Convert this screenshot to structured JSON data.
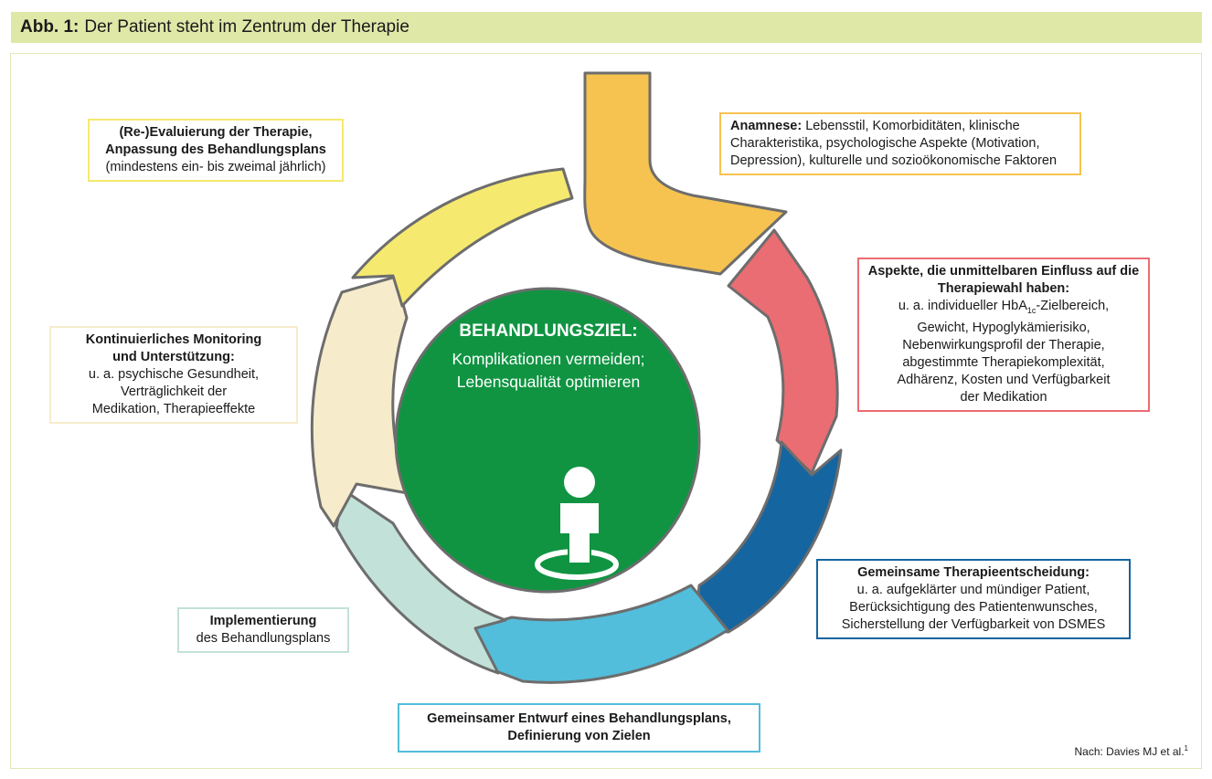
{
  "title": {
    "prefix": "Abb. 1:",
    "text": "Der Patient steht im Zentrum der Therapie"
  },
  "center": {
    "title": "BEHANDLUNGSZIEL:",
    "subtitle": "Komplikationen vermeiden;\nLebensqualität optimieren"
  },
  "boxes": {
    "anamnese": {
      "heading": "Anamnese:",
      "text": "Lebensstil, Komorbiditäten, klinische Charakteristika, psychologische Aspekte (Motivation, Depression), kulturelle und sozioökonomische Faktoren",
      "color": "#f6c350"
    },
    "aspekte": {
      "heading": "Aspekte, die unmittelbaren Einfluss auf die Therapiewahl haben:",
      "text_before": "u. a. individueller HbA",
      "subscript": "1c",
      "text_after": "-Zielbereich,\nGewicht, Hypoglykämierisiko,\nNebenwirkungsprofil der Therapie,\nabgestimmte Therapiekomplexität,\nAdhärenz, Kosten und Verfügbarkeit\nder Medikation",
      "color": "#e96d72"
    },
    "entscheidung": {
      "heading": "Gemeinsame Therapieentscheidung:",
      "text": "u. a. aufgeklärter und mündiger Patient,\nBerücksichtigung des Patientenwunsches,\nSicherstellung der Verfügbarkeit von DSMES",
      "color": "#1565a0"
    },
    "entwurf": {
      "heading": "Gemeinsamer Entwurf eines Behandlungsplans,\nDefinierung von Zielen",
      "color": "#52bedb"
    },
    "implementierung": {
      "heading": "Implementierung",
      "text": "des Behandlungsplans",
      "color": "#c2e1d9"
    },
    "monitoring": {
      "heading": "Kontinuierliches Monitoring\nund Unterstützung:",
      "text": "u. a. psychische Gesundheit,\nVerträglichkeit der\nMedikation, Therapieeffekte",
      "color": "#f6eccb"
    },
    "evaluierung": {
      "heading": "(Re-)Evaluierung der Therapie,\nAnpassung des Behandlungsplans",
      "text": "(mindestens ein- bis zweimal jährlich)",
      "color": "#f5e96f"
    }
  },
  "colors": {
    "center_circle": "#109442",
    "title_bar": "#e0e8a8",
    "arrow_outline": "#6d6d6d"
  },
  "icon": "person-standing-on-target-icon",
  "source": {
    "text": "Nach: Davies MJ et al.",
    "sup": "1"
  }
}
